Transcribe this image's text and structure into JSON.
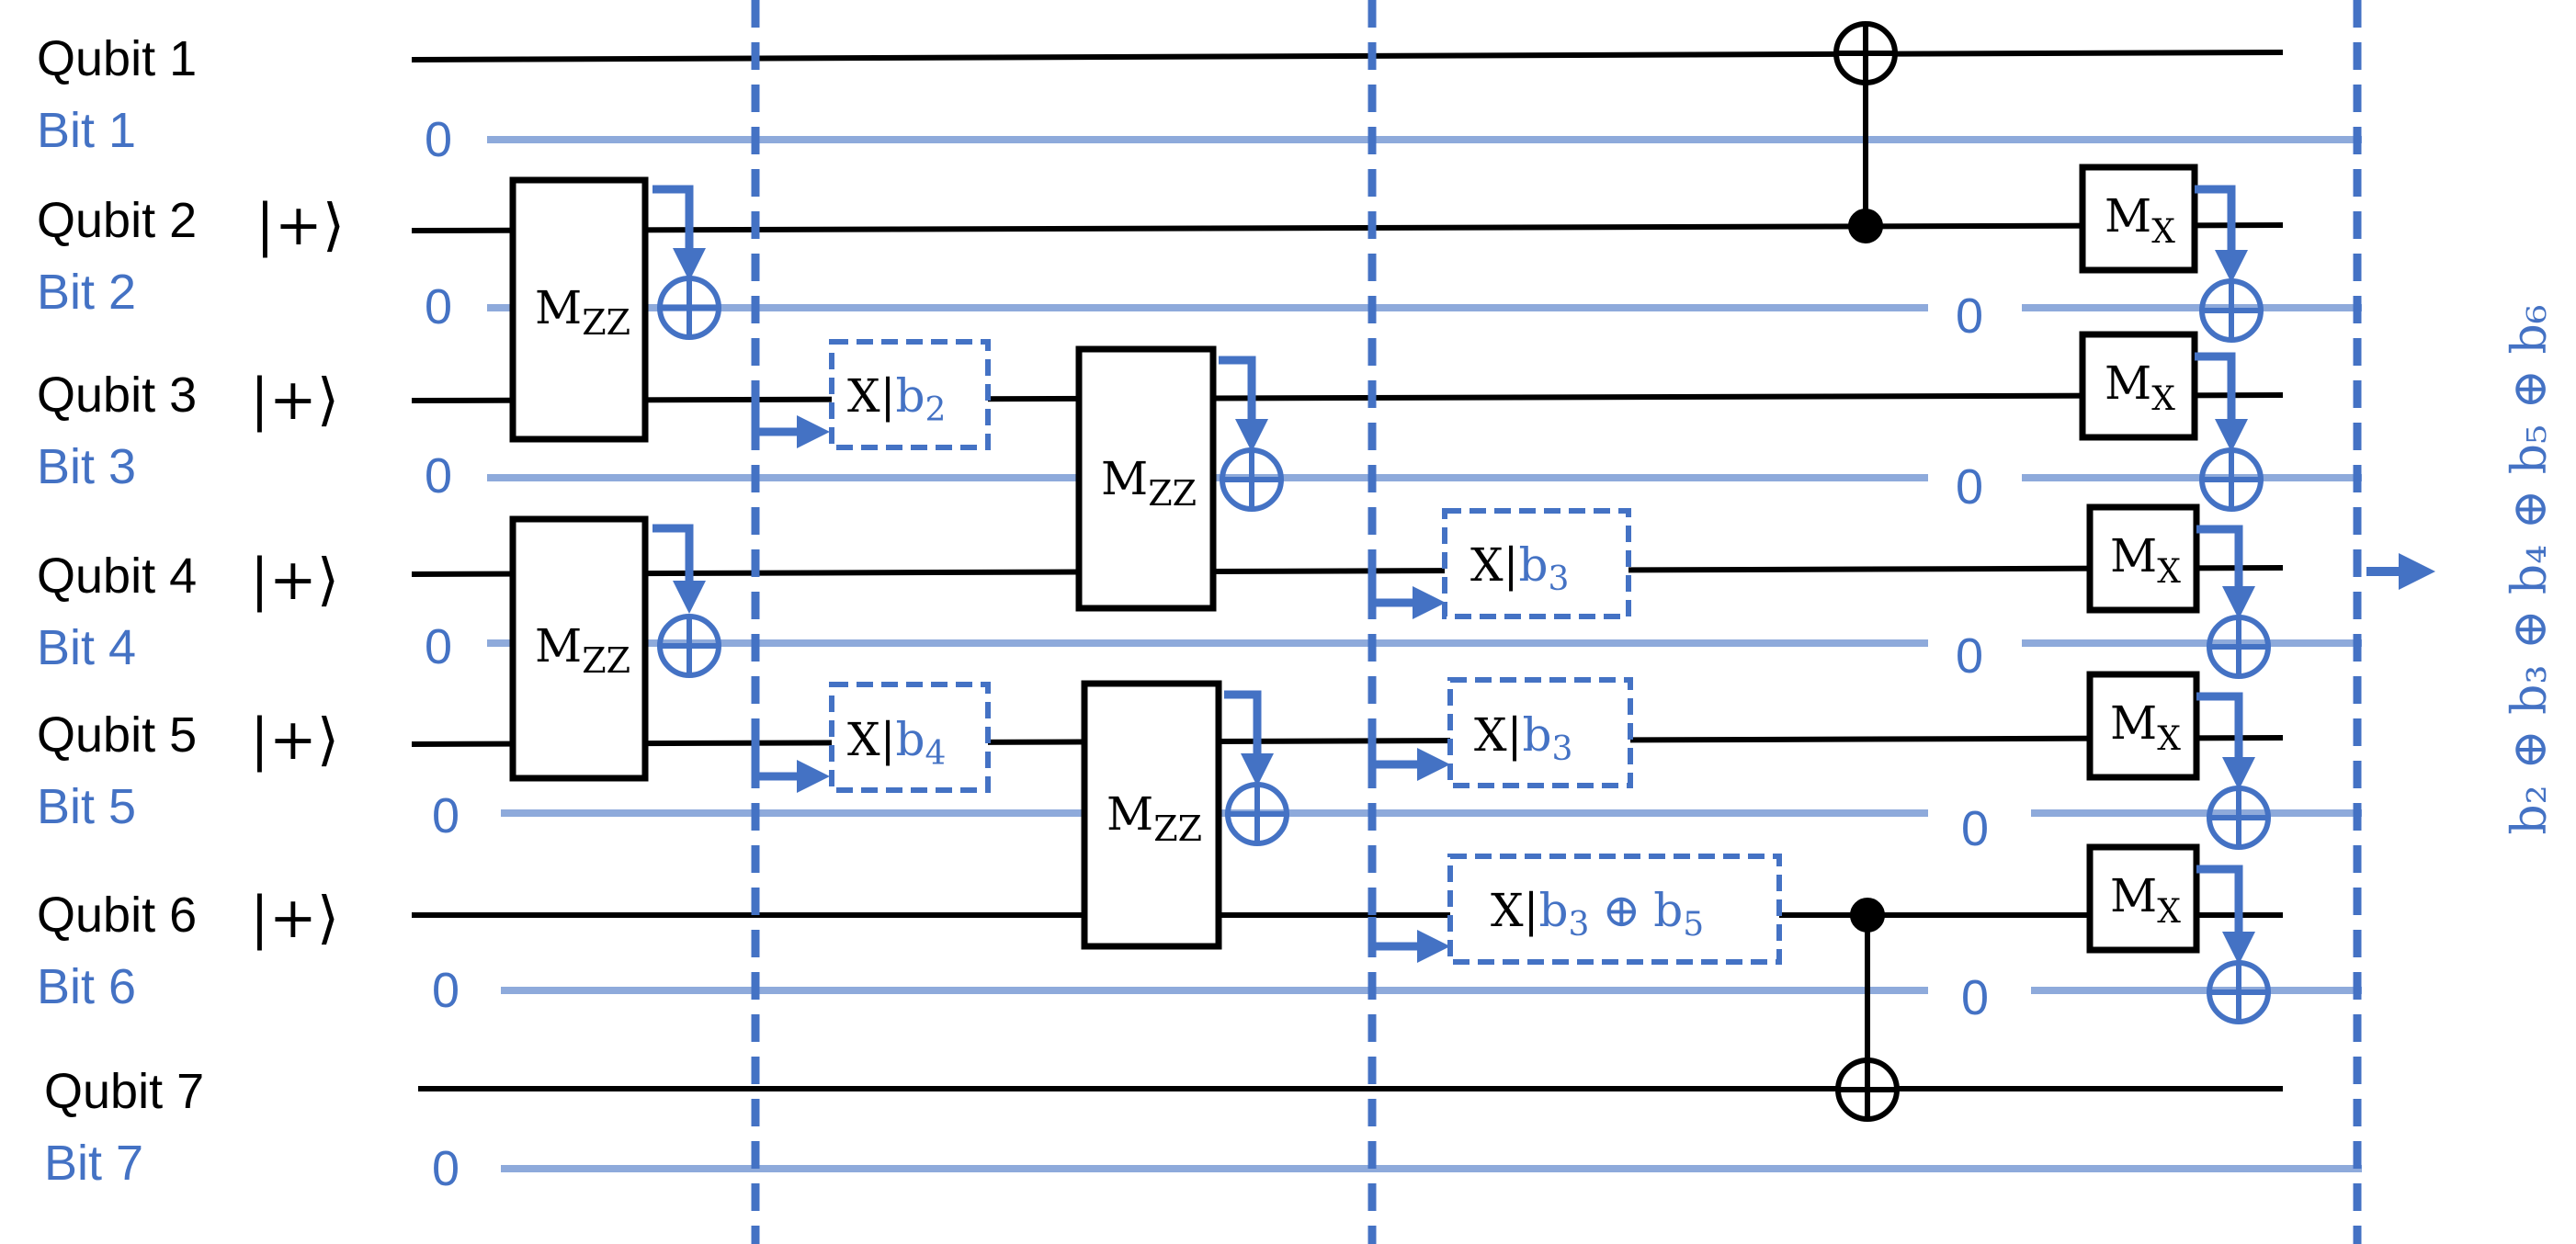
{
  "labels": {
    "qubit1": "Qubit 1",
    "bit1": "Bit 1",
    "qubit2": "Qubit 2",
    "bit2": "Bit 2",
    "qubit3": "Qubit 3",
    "bit3": "Bit 3",
    "qubit4": "Qubit 4",
    "bit4": "Bit 4",
    "qubit5": "Qubit 5",
    "bit5": "Bit 5",
    "qubit6": "Qubit 6",
    "bit6": "Bit 6",
    "qubit7": "Qubit 7",
    "bit7": "Bit 7",
    "plus_state": "|+⟩",
    "zero": "0"
  },
  "gates": {
    "m": "M",
    "zz": "ZZ",
    "x_sub": "X",
    "x_prefix": "X|",
    "b2": "b",
    "b2_sub": "2",
    "b3": "b",
    "b3_sub": "3",
    "b4": "b",
    "b4_sub": "4",
    "b5": "b",
    "b5_sub": "5",
    "xor": "⊕"
  },
  "output": {
    "parity": "b₂ ⊕ b₃ ⊕ b₄ ⊕ b₅ ⊕ b₆"
  },
  "colors": {
    "quantum_wire": "#000000",
    "classical_wire": "#8eaadb",
    "accent": "#4472c4"
  }
}
